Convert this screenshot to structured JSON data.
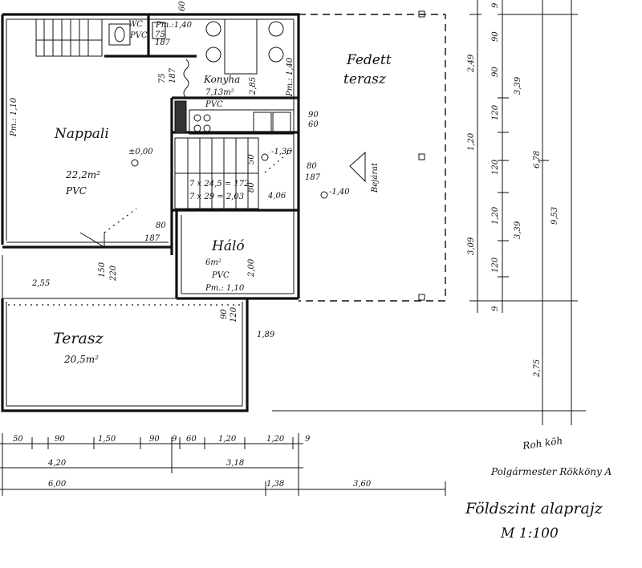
{
  "rooms": {
    "nappali": {
      "name": "Nappali",
      "area": "22,2m²",
      "floor": "PVC",
      "level": "±0,00"
    },
    "konyha": {
      "name": "Konyha",
      "area": "7,13m²",
      "floor": "PVC"
    },
    "halo": {
      "name": "Háló",
      "area": "6m²",
      "floor": "PVC",
      "level": "Pm.: 1,10"
    },
    "terasz": {
      "name": "Terasz",
      "area": "20,5m²"
    },
    "fedett": {
      "name_1": "Fedett",
      "name_2": "terasz"
    },
    "wc": {
      "name": "WC",
      "floor": "PVC"
    }
  },
  "labels": {
    "pm_110_left": "Pm.: 1,10",
    "pm_140": "Pm.: 1,40",
    "pm_140_wc": "Pm.:1,40",
    "wc_dim_75": "75",
    "wc_dim_187": "187",
    "wc_dim_0_75": "75",
    "wc_dim_0_187": "187",
    "bejarat": "Bejárat",
    "lev_136": "-1,36",
    "lev_140": "-1,40",
    "door_80": "80",
    "door_187": "187",
    "door2_80": "80",
    "door2_187": "187",
    "dim_406": "4,06",
    "stair_1": "7 x 24,5 = 172",
    "stair_2": "7 x 29 = 2,03",
    "win_90": "90",
    "win_60": "60",
    "dim_285": "2,85",
    "dim_50": "50",
    "dim_80": "80",
    "dim_200": "2,00",
    "halo_win_90": "90",
    "halo_win_120": "120",
    "dim_150": "150",
    "dim_220": "220",
    "dim_255": "2,55",
    "dim_189": "1,89",
    "top_60": "60"
  },
  "dims_bottom_row1": [
    "50",
    "90",
    "1,50",
    "90",
    "9",
    "60",
    "1,20",
    "1,20",
    "9"
  ],
  "dims_bottom_row2": [
    "4,20",
    "3,18"
  ],
  "dims_bottom_row3": [
    "6,00",
    "1,38",
    "3,60"
  ],
  "dims_right_col1": [
    "9",
    "90",
    "2,49",
    "90",
    "120",
    "1,20",
    "120",
    "1,20",
    "3,09",
    "120",
    "9"
  ],
  "dims_right_col2": [
    "3,39",
    "3,39"
  ],
  "dims_right_col3": [
    "6,78",
    "2,75"
  ],
  "dims_right_col4": [
    "9,53"
  ],
  "signature": {
    "line1": "Roh köh",
    "line2": "Polgármester Rökköny A"
  },
  "title": {
    "main": "Földszint alaprajz",
    "scale": "M 1:100"
  }
}
